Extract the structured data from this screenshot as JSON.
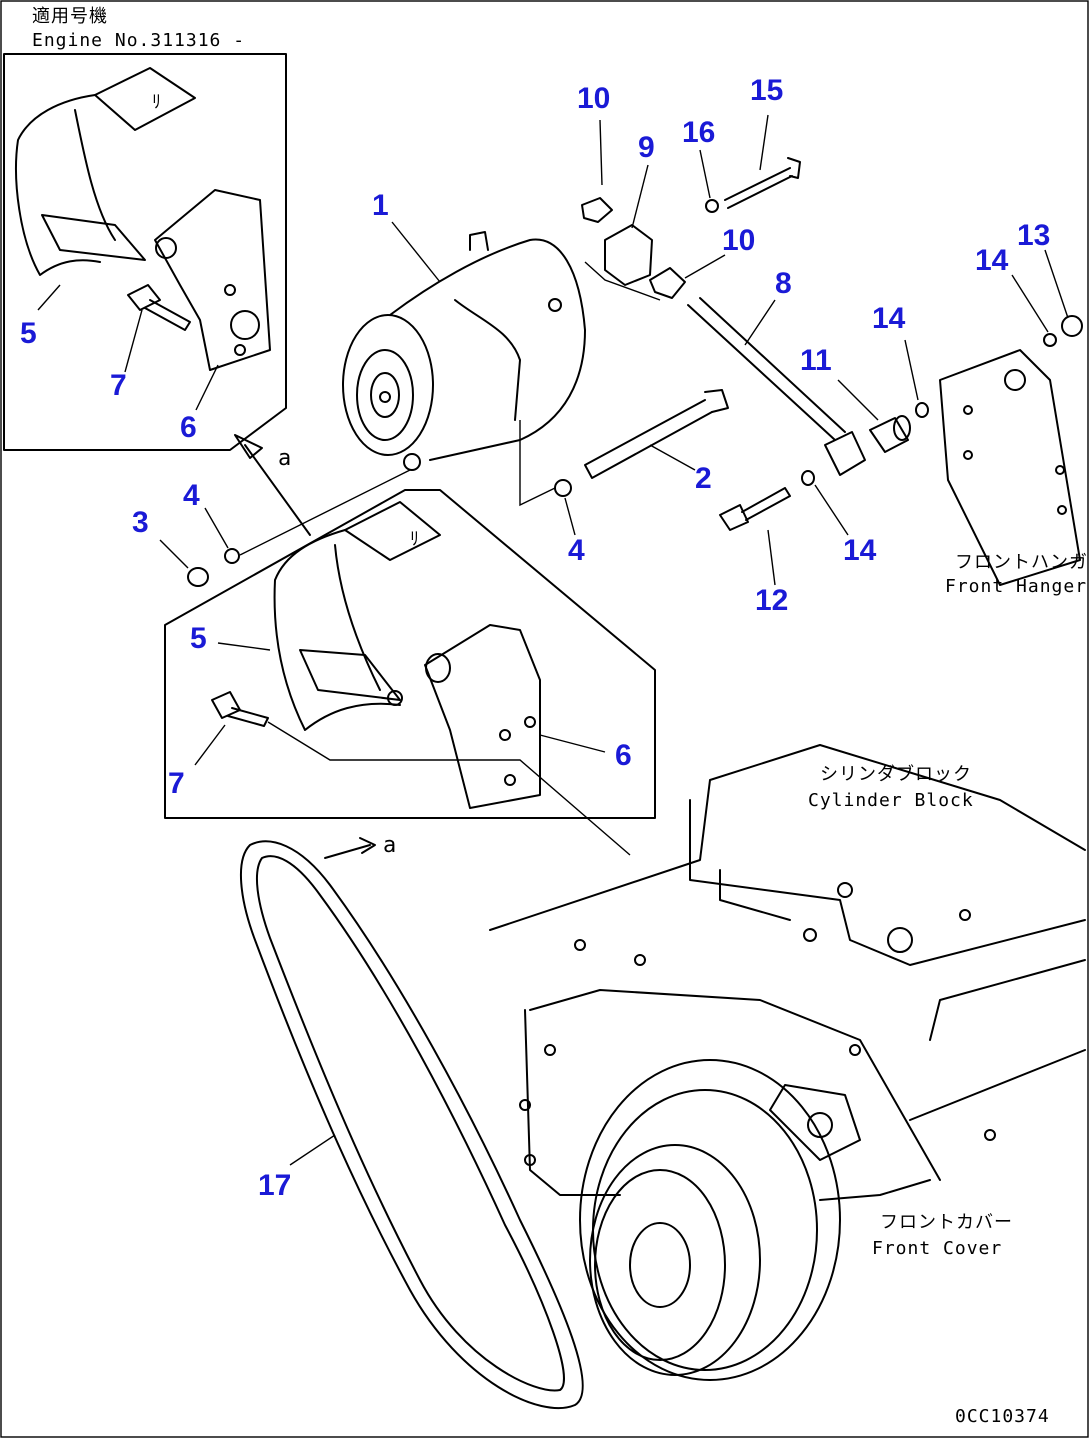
{
  "header": {
    "applicable_jp": "適用号機",
    "engine_no": "Engine No.311316 -"
  },
  "callouts": [
    {
      "id": "c1",
      "label": "1"
    },
    {
      "id": "c2",
      "label": "2"
    },
    {
      "id": "c3",
      "label": "3"
    },
    {
      "id": "c4a",
      "label": "4"
    },
    {
      "id": "c4b",
      "label": "4"
    },
    {
      "id": "c5a",
      "label": "5"
    },
    {
      "id": "c5b",
      "label": "5"
    },
    {
      "id": "c6a",
      "label": "6"
    },
    {
      "id": "c6b",
      "label": "6"
    },
    {
      "id": "c7a",
      "label": "7"
    },
    {
      "id": "c7b",
      "label": "7"
    },
    {
      "id": "c8",
      "label": "8"
    },
    {
      "id": "c9",
      "label": "9"
    },
    {
      "id": "c10a",
      "label": "10"
    },
    {
      "id": "c10b",
      "label": "10"
    },
    {
      "id": "c11",
      "label": "11"
    },
    {
      "id": "c12",
      "label": "12"
    },
    {
      "id": "c13",
      "label": "13"
    },
    {
      "id": "c14a",
      "label": "14"
    },
    {
      "id": "c14b",
      "label": "14"
    },
    {
      "id": "c14c",
      "label": "14"
    },
    {
      "id": "c15",
      "label": "15"
    },
    {
      "id": "c16",
      "label": "16"
    },
    {
      "id": "c17",
      "label": "17"
    }
  ],
  "labels": {
    "view_a_top": "a",
    "view_a_bottom": "a",
    "bracket_mark_top": "ﾘ",
    "bracket_mark_bottom": "ﾘ",
    "front_hanger_jp": "フロントハンガ",
    "front_hanger_en": "Front Hanger",
    "cylinder_block_jp": "シリンダブロック",
    "cylinder_block_en": "Cylinder Block",
    "front_cover_jp": "フロントカバー",
    "front_cover_en": "Front Cover",
    "drawing_no": "0CC10374"
  }
}
